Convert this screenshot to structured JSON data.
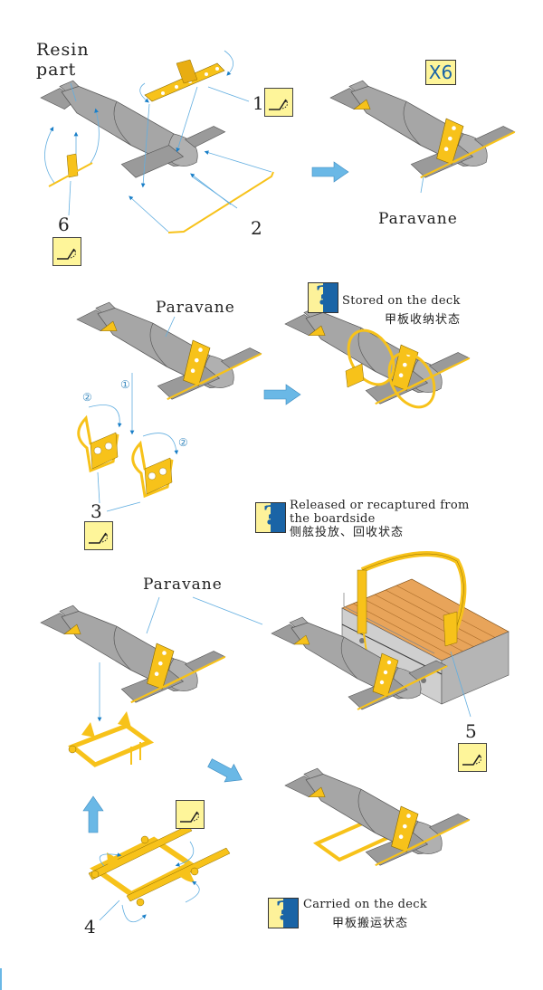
{
  "step1": {
    "resin_label_line1": "Resin",
    "resin_label_line2": "part",
    "part_numbers": [
      "1",
      "2",
      "6"
    ],
    "multiplier": "X6",
    "result_label": "Paravane"
  },
  "step2": {
    "paravane_label": "Paravane",
    "part_number": "3",
    "order_markers": [
      "①",
      "②",
      "②"
    ],
    "note": {
      "icon": "question-icon",
      "text_en": "Stored on the deck",
      "text_cn": "甲板收纳状态"
    }
  },
  "step3": {
    "paravane_label": "Paravane",
    "part_numbers": [
      "5",
      "4"
    ],
    "note_released": {
      "icon": "question-icon",
      "text_en_line1": "Released or recaptured from",
      "text_en_line2": "the boardside",
      "text_cn": "侧舷投放、回收状态"
    },
    "note_carried": {
      "icon": "question-icon",
      "text_en": "Carried on the deck",
      "text_cn": "甲板搬运状态"
    }
  },
  "icons": {
    "bend": "bend-icon",
    "question": "?"
  },
  "colors": {
    "paravane_gray": "#a4a4a4",
    "brass": "#f7c21a",
    "arrow_blue": "#6ab8e6",
    "leader_blue": "#62aee0",
    "icon_yellow": "#fef59a",
    "icon_blue": "#1a64a6",
    "deck_wood": "#e8a45a"
  }
}
